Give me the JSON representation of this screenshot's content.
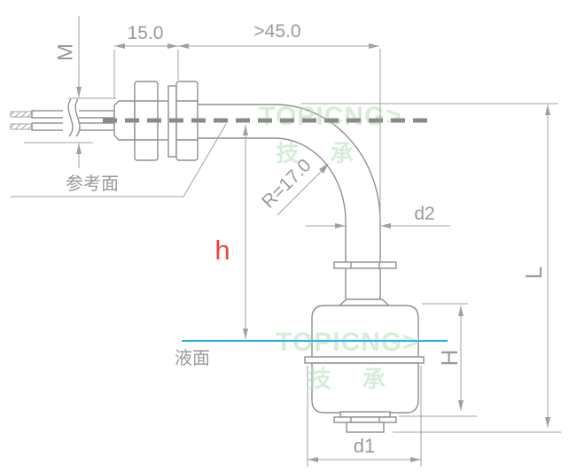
{
  "drawing": {
    "dimensions": {
      "thread_size": "M",
      "thread_length": "15.0",
      "min_straight_length": ">45.0",
      "bend_radius": "R=17.0",
      "tube_diameter": "d2",
      "switch_height": "h",
      "overall_length": "L",
      "float_height": "H",
      "float_diameter": "d1"
    },
    "annotations": {
      "reference_plane": "参考面",
      "liquid_level": "液面"
    },
    "watermark": {
      "logo": "TOPICNG>",
      "chinese": "技 承"
    },
    "colors": {
      "line": "#8f8f8f",
      "dim_line": "#a0a0a0",
      "text": "#9a9a9a",
      "accent_red": "#f2403a",
      "liquid_cyan": "#2ab7e8",
      "watermark_green": "#b7e0b7"
    }
  }
}
